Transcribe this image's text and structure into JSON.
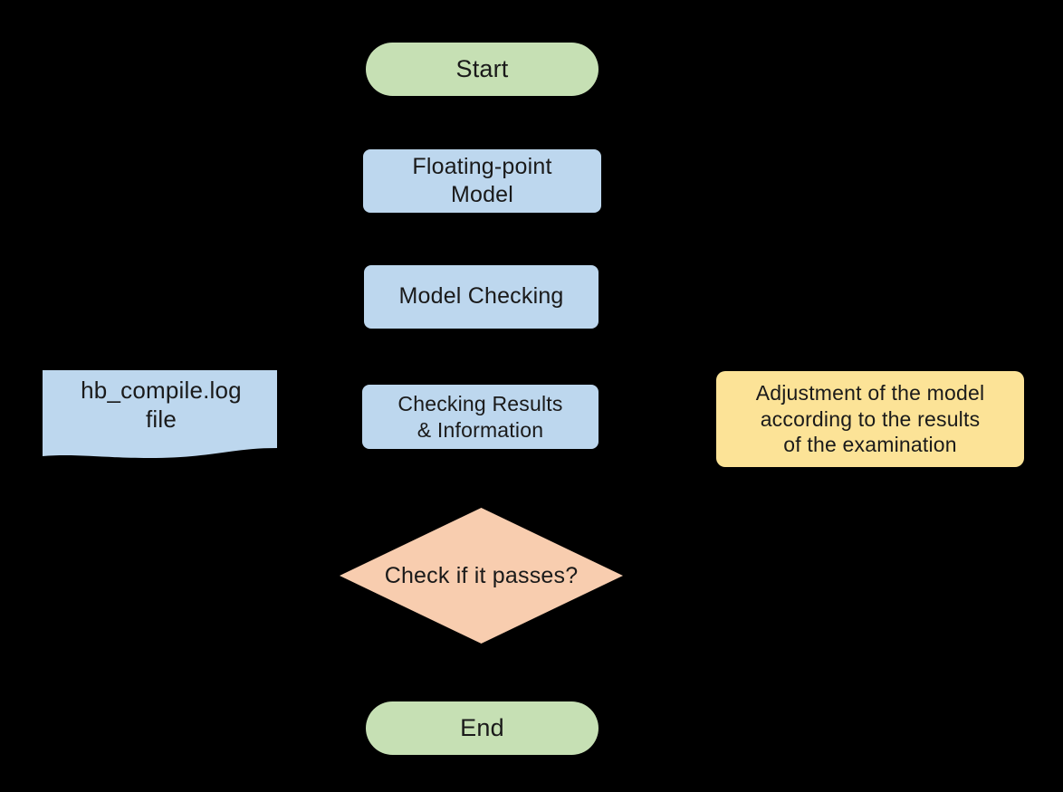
{
  "diagram": {
    "title": "Floating-point model checking flowchart",
    "background_color": "#000000",
    "text_color": "#1a1a1a"
  },
  "colors": {
    "terminator_green": "#c6e0b4",
    "process_blue": "#bdd7ee",
    "document_blue": "#bdd7ee",
    "adjust_yellow": "#fce397",
    "decision_peach": "#f8cdaf"
  },
  "nodes": {
    "start": {
      "label": "Start",
      "shape": "terminator",
      "color": "#c6e0b4"
    },
    "floating_point_model": {
      "label": "Floating-point\nModel",
      "shape": "process",
      "color": "#bdd7ee"
    },
    "model_checking": {
      "label": "Model Checking",
      "shape": "process",
      "color": "#bdd7ee"
    },
    "log_file": {
      "label": "hb_compile.log\nfile",
      "shape": "document",
      "color": "#bdd7ee"
    },
    "checking_results": {
      "label": "Checking Results\n& Information",
      "shape": "process",
      "color": "#bdd7ee"
    },
    "adjustment": {
      "label": "Adjustment of the model\naccording to the results\nof the examination",
      "shape": "process",
      "color": "#fce397"
    },
    "decision": {
      "label": "Check if it passes?",
      "shape": "decision",
      "color": "#f8cdaf"
    },
    "end": {
      "label": "End",
      "shape": "terminator",
      "color": "#c6e0b4"
    }
  }
}
